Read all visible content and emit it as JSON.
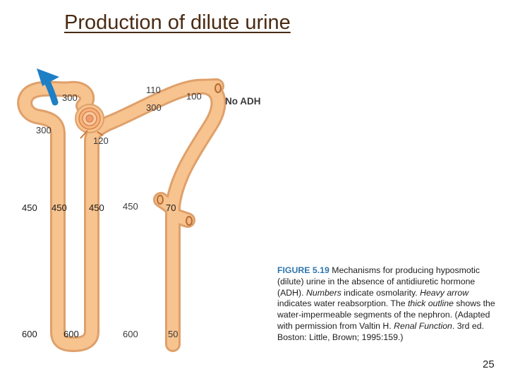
{
  "title": "Production of dilute urine",
  "diagram_labels": {
    "cortex_top_left": "300",
    "cortex_left": "300",
    "distal_start": "120",
    "distal_mid": "300",
    "distal_end": "100",
    "top_110": "110",
    "no_adh": "No ADH",
    "outer_450_col1": "450",
    "outer_450_col2": "450",
    "outer_450_col3": "450",
    "inner_450": "450",
    "collecting_70": "70",
    "outer_600_col1": "600",
    "outer_600_col2": "600",
    "inner_600": "600",
    "collecting_50": "50"
  },
  "caption": {
    "figure": "FIGURE 5.19",
    "t1": " Mechanisms for producing hyposmotic (dilute) urine in the absence of antidiuretic hormone (ADH). ",
    "i1": "Numbers",
    "t2": " indicate osmolarity. ",
    "i2": "Heavy arrow",
    "t3": " indicates water reabsorption. The ",
    "i3": "thick outline",
    "t4": " shows the water-impermeable segments of the nephron. (Adapted with permission from Valtin H. ",
    "i4": "Renal Function",
    "t5": ". 3rd ed. Boston: Little, Brown; 1995:159.)"
  },
  "page_number": "25",
  "colors": {
    "tubule_fill": "#f7c38f",
    "tubule_outline": "#dfa06a",
    "arrow": "#1f7fc4",
    "title": "#4a2a12"
  }
}
